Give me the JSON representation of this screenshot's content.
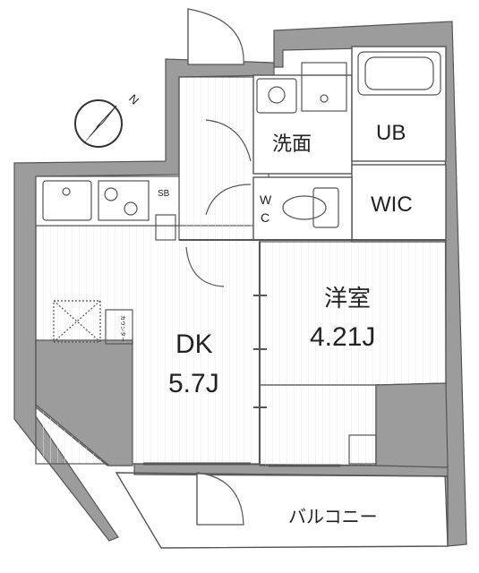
{
  "floor_plan": {
    "rooms": {
      "washroom": "洗面",
      "bath": "UB",
      "walk_in_closet": "WIC",
      "toilet_w": "W",
      "toilet_c": "C",
      "shoebox": "SB",
      "counter": "カウンター",
      "dining_kitchen": {
        "name": "DK",
        "size": "5.7J"
      },
      "western_room": {
        "name": "洋室",
        "size": "4.21J"
      },
      "balcony": "バルコニー"
    },
    "compass": {
      "north_mark": "N",
      "icon": "compass-north-icon"
    },
    "colors": {
      "wall": "#999999",
      "wall_edge": "#555555",
      "floor": "#ffffff"
    }
  }
}
